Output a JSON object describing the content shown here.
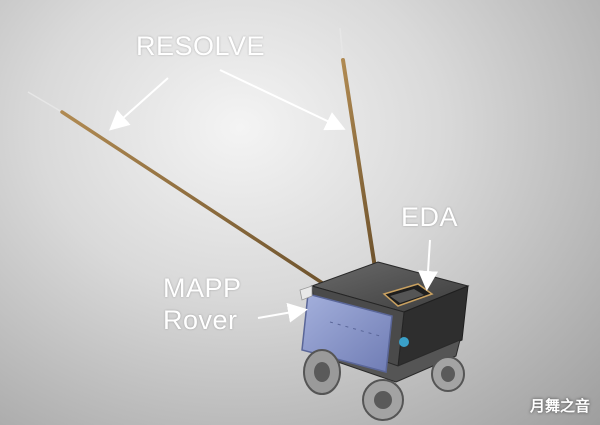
{
  "labels": {
    "resolve": "RESOLVE",
    "eda": "EDA",
    "mapp_line1": "MAPP",
    "mapp_line2": "Rover"
  },
  "watermark": "月舞之音",
  "colors": {
    "label": "#ffffff",
    "antenna": "#8a6a3c",
    "body_dark": "#3a3a3a",
    "solar_panel": "#8a96c8"
  }
}
